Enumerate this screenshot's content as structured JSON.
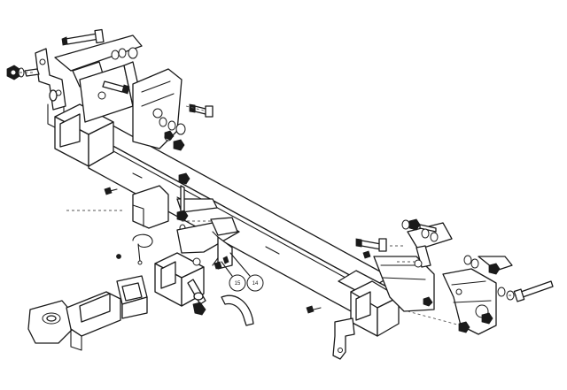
{
  "callouts": [
    {
      "id": "15",
      "label": "15"
    },
    {
      "id": "14",
      "label": "14"
    }
  ]
}
